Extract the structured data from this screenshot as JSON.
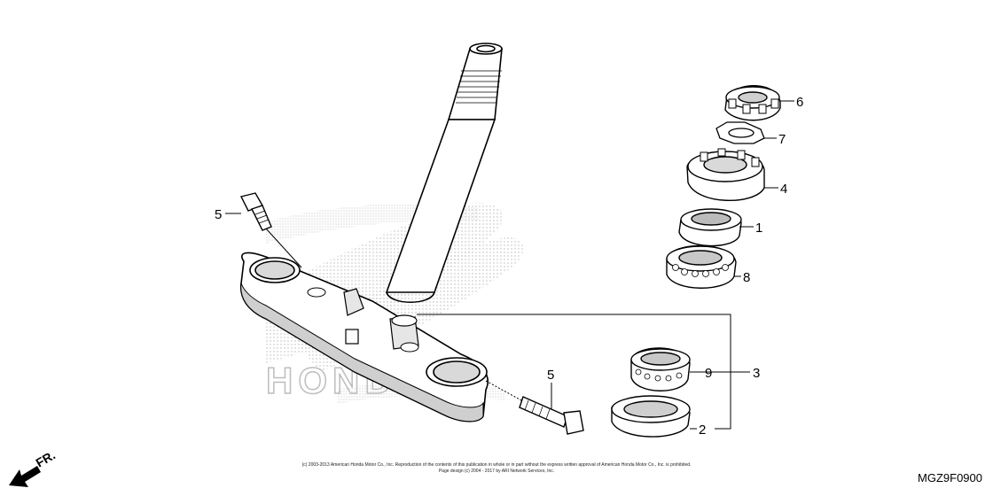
{
  "callouts": {
    "c1": "1",
    "c2": "2",
    "c3": "3",
    "c4": "4",
    "c5a": "5",
    "c5b": "5",
    "c6": "6",
    "c7": "7",
    "c8": "8",
    "c9": "9"
  },
  "footer": {
    "copyright_line1": "(c) 2003-2013 American Honda Motor Co., Inc. Reproduction of the contents of this publication in whole or in part without the express written approval of American Honda Motor Co., Inc. is prohibited.",
    "copyright_line2": "Page design (c) 2004 - 2017 by ARI Network Services, Inc.",
    "diagram_code": "MGZ9F0900",
    "front_indicator": "FR."
  },
  "watermark": {
    "brand": "HONDA"
  },
  "icons": [
    "front-arrow-icon",
    "honda-wing-logo"
  ]
}
